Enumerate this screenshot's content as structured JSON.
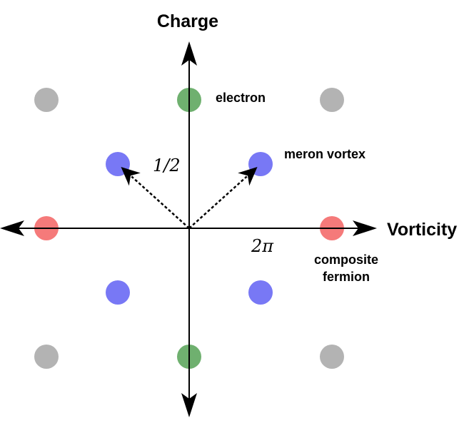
{
  "axes": {
    "y_label": "Charge",
    "x_label": "Vorticity",
    "y_unit_label": "1/2",
    "x_unit_label": "2π"
  },
  "annotations": {
    "electron": "electron",
    "meron": "meron vortex",
    "composite_line1": "composite",
    "composite_line2": "fermion"
  },
  "colors": {
    "gray": "#b3b3b3",
    "green": "#6fb06f",
    "blue": "#7878f5",
    "red": "#f57a7a",
    "axis": "#000000"
  },
  "lattice": [
    {
      "vorticity": -1,
      "charge": 1,
      "kind": "gray"
    },
    {
      "vorticity": 0,
      "charge": 1,
      "kind": "green"
    },
    {
      "vorticity": 1,
      "charge": 1,
      "kind": "gray"
    },
    {
      "vorticity": -0.5,
      "charge": 0.5,
      "kind": "blue"
    },
    {
      "vorticity": 0.5,
      "charge": 0.5,
      "kind": "blue"
    },
    {
      "vorticity": -1,
      "charge": 0,
      "kind": "red"
    },
    {
      "vorticity": 1,
      "charge": 0,
      "kind": "red"
    },
    {
      "vorticity": -0.5,
      "charge": -0.5,
      "kind": "blue"
    },
    {
      "vorticity": 0.5,
      "charge": -0.5,
      "kind": "blue"
    },
    {
      "vorticity": -1,
      "charge": -1,
      "kind": "gray"
    },
    {
      "vorticity": 0,
      "charge": -1,
      "kind": "green"
    },
    {
      "vorticity": 1,
      "charge": -1,
      "kind": "gray"
    }
  ],
  "vectors": [
    {
      "to_vorticity": -0.5,
      "to_charge": 0.5
    },
    {
      "to_vorticity": 0.5,
      "to_charge": 0.5
    }
  ]
}
